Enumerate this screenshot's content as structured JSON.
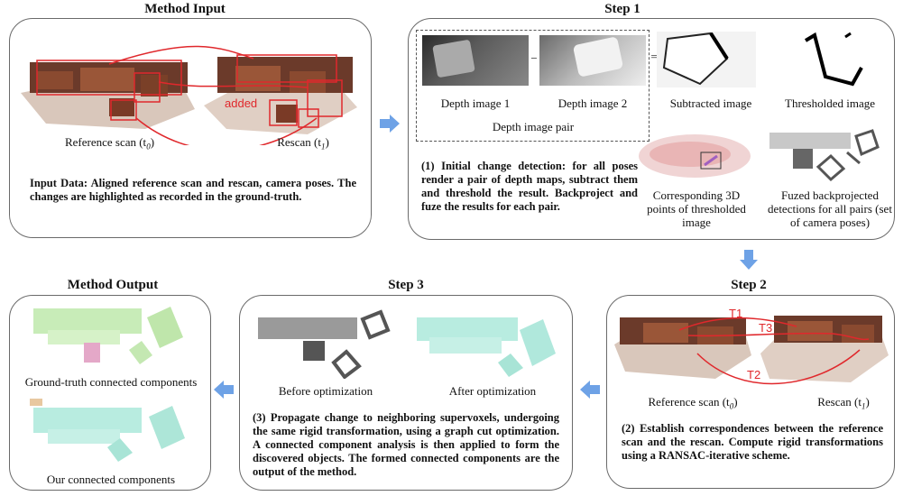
{
  "method_input": {
    "title": "Method Input",
    "added_label": "added",
    "reference_caption": "Reference scan (t",
    "reference_sub": "0",
    "rescan_caption": "Rescan (t",
    "rescan_sub": "1",
    "description": "Input Data: Aligned reference scan and rescan, camera poses. The changes are highlighted as recorded in the ground-truth."
  },
  "step1": {
    "title": "Step 1",
    "depth1": "Depth image 1",
    "depth2": "Depth image 2",
    "minus": "−",
    "equals": "=",
    "pair": "Depth image pair",
    "subtracted": "Subtracted image",
    "thresholded": "Thresholded image",
    "description": "(1) Initial change detection: for all poses render a pair of depth maps, subtract them and threshold the result. Backproject and fuze the results for each pair.",
    "points3d": "Corresponding 3D points of thresholded image",
    "fuzed": "Fuzed backprojected detections for all pairs (set of camera poses)"
  },
  "step2": {
    "title": "Step 2",
    "t1": "T1",
    "t2": "T2",
    "t3": "T3",
    "reference_caption": "Reference scan (t",
    "reference_sub": "0",
    "rescan_caption": "Rescan (t",
    "rescan_sub": "1",
    "description": "(2) Establish correspondences between the reference scan and the rescan. Compute rigid transformations using a RANSAC-iterative scheme."
  },
  "step3": {
    "title": "Step 3",
    "before": "Before optimization",
    "after": "After optimization",
    "description": "(3) Propagate change to neighboring supervoxels, undergoing the same rigid transformation, using a graph cut optimization. A connected component analysis is then applied to form the discovered objects. The formed connected components are the output of the method."
  },
  "method_output": {
    "title": "Method Output",
    "gt": "Ground-truth connected components",
    "ours": "Our connected components"
  },
  "colors": {
    "arrow": "#6ea2e6",
    "highlight": "#e0282c",
    "border": "#6a6a6a"
  }
}
